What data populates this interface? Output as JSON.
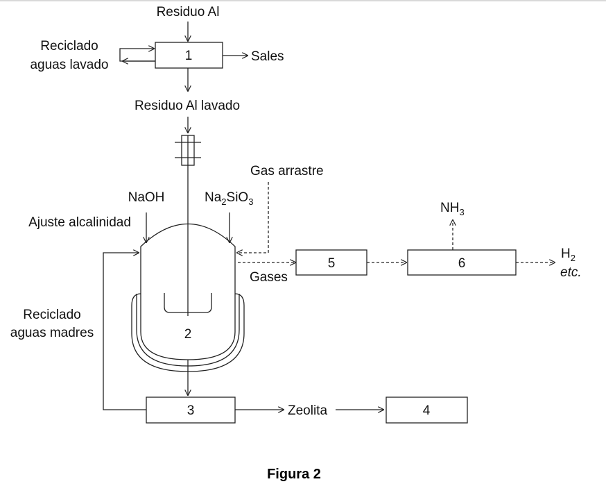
{
  "diagram": {
    "labels": {
      "residuo_al": "Residuo Al",
      "reciclado_lavado_1": "Reciclado",
      "reciclado_lavado_2": "aguas lavado",
      "sales": "Sales",
      "residuo_lavado": "Residuo Al lavado",
      "gas_arrastre": "Gas arrastre",
      "naoh": "NaOH",
      "na": "Na",
      "na_sub1": "2",
      "si": "SiO",
      "na_sub2": "3",
      "ajuste": "Ajuste alcalinidad",
      "nh": "NH",
      "nh_sub": "3",
      "h": "H",
      "h_sub": "2",
      "etc": "etc.",
      "gases": "Gases",
      "reciclado_madres_1": "Reciclado",
      "reciclado_madres_2": "aguas madres",
      "zeolita": "Zeolita"
    },
    "units": {
      "u1": "1",
      "u2": "2",
      "u3": "3",
      "u4": "4",
      "u5": "5",
      "u6": "6"
    },
    "caption": "Figura 2"
  }
}
